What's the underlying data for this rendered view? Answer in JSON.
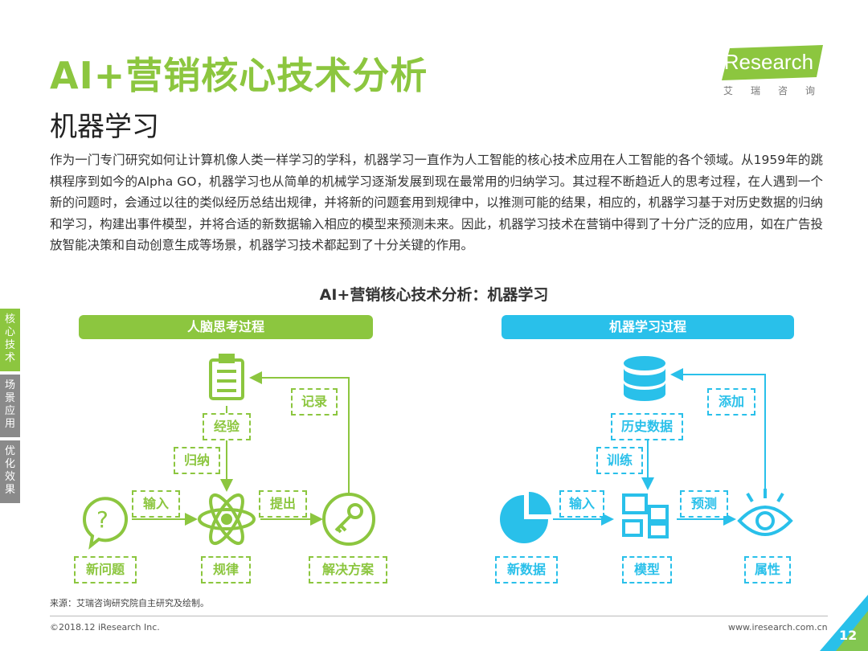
{
  "header": {
    "title": "AI+营销核心技术分析",
    "subtitle": "机器学习",
    "logo_text": "iResearch",
    "logo_cn": "艾瑞咨询"
  },
  "intro_text": "作为一门专门研究如何让计算机像人类一样学习的学科，机器学习一直作为人工智能的核心技术应用在人工智能的各个领域。从1959年的跳棋程序到如今的Alpha GO，机器学习也从简单的机械学习逐渐发展到现在最常用的归纳学习。其过程不断趋近人的思考过程，在人遇到一个新的问题时，会通过以往的类似经历总结出规律，并将新的问题套用到规律中，以推测可能的结果，相应的，机器学习基于对历史数据的归纳和学习，构建出事件模型，并将合适的新数据输入相应的模型来预测未来。因此，机器学习技术在营销中得到了十分广泛的应用，如在广告投放智能决策和自动创意生成等场景，机器学习技术都起到了十分关键的作用。",
  "diagram_title": "AI+营销核心技术分析：机器学习",
  "side_tabs": [
    "核心技术",
    "场景应用",
    "优化效果"
  ],
  "human": {
    "header": "人脑思考过程",
    "record": "记录",
    "experience": "经验",
    "induction": "归纳",
    "input": "输入",
    "output": "提出",
    "new_problem": "新问题",
    "rule": "规律",
    "solution": "解决方案"
  },
  "machine": {
    "header": "机器学习过程",
    "add": "添加",
    "history": "历史数据",
    "train": "训练",
    "input": "输入",
    "predict": "预测",
    "new_data": "新数据",
    "model": "模型",
    "attribute": "属性"
  },
  "footer": {
    "source": "来源：艾瑞咨询研究院自主研究及绘制。",
    "copyright": "©2018.12 iResearch Inc.",
    "website": "www.iresearch.com.cn",
    "page": "12"
  },
  "colors": {
    "green": "#8cc63f",
    "blue": "#29c0ea",
    "gray": "#8a8a8a"
  }
}
